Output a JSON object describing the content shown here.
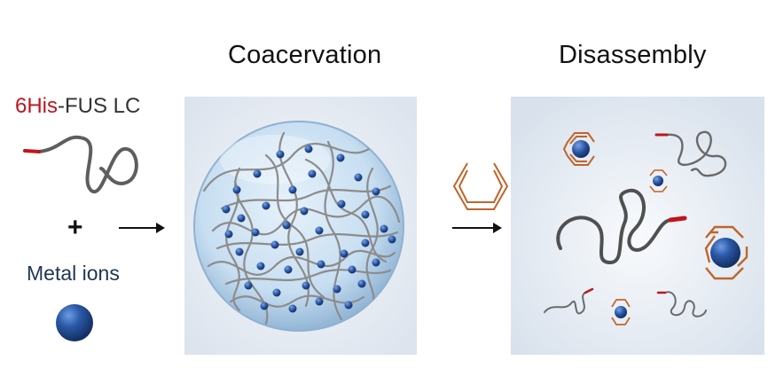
{
  "titles": {
    "coacervation": "Coacervation",
    "disassembly": "Disassembly"
  },
  "labels": {
    "his_tag": "6His",
    "fus_separator": "-",
    "fus_name": "FUS LC",
    "metal_ions": "Metal ions",
    "plus": "+"
  },
  "colors": {
    "his_tag_red": "#c0141c",
    "chain_gray": "#6a6a6a",
    "ion_blue": "#1f4b8f",
    "chelator_orange": "#c0652a",
    "panel_bg": "#e9eef6",
    "droplet_blue": "#b9d6ee"
  },
  "icons": {
    "arrow": "right-arrow-icon",
    "chelator": "chelator-ring-icon",
    "ion": "metal-ion-sphere-icon",
    "protein": "protein-chain-icon"
  }
}
